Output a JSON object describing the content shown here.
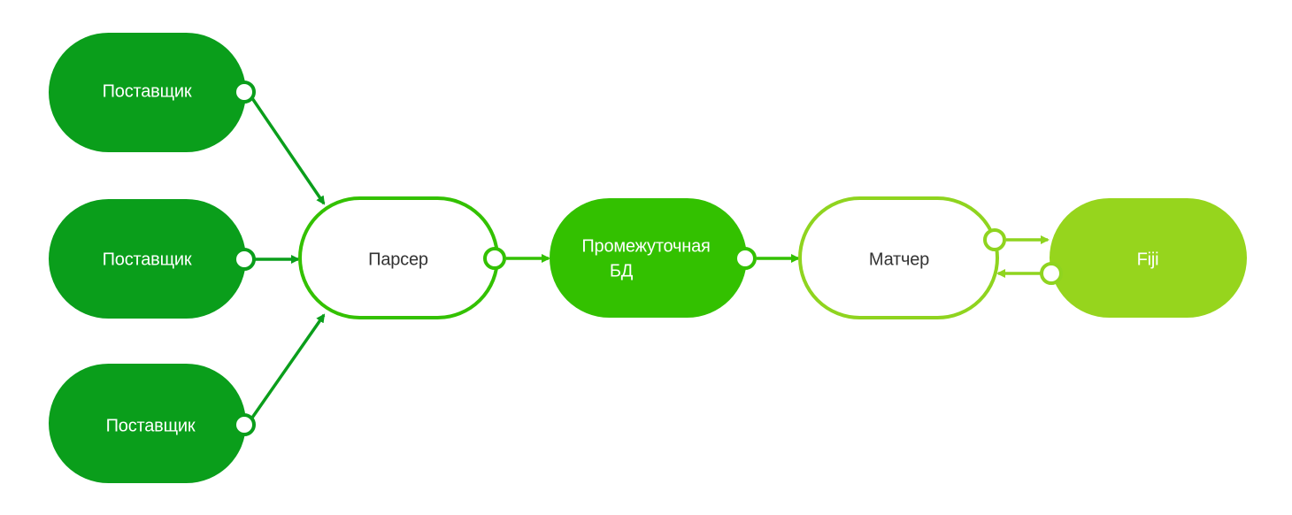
{
  "nodes": {
    "supplier_1": {
      "label": "Поставщик"
    },
    "supplier_2": {
      "label": "Поставщик"
    },
    "supplier_3": {
      "label": "Поставщик"
    },
    "parser": {
      "label": "Парсер"
    },
    "staging_db": {
      "label_line1": "Промежуточная",
      "label_line2": "БД"
    },
    "matcher": {
      "label": "Матчер"
    },
    "fiji": {
      "label": "Fiji"
    }
  },
  "colors": {
    "dark_green": "#0a9e1b",
    "medium_green": "#33c100",
    "light_green": "#8fd41f",
    "lime_green": "#96d51d",
    "text_on_fill": "#ffffff",
    "text_on_outline": "#333333"
  }
}
